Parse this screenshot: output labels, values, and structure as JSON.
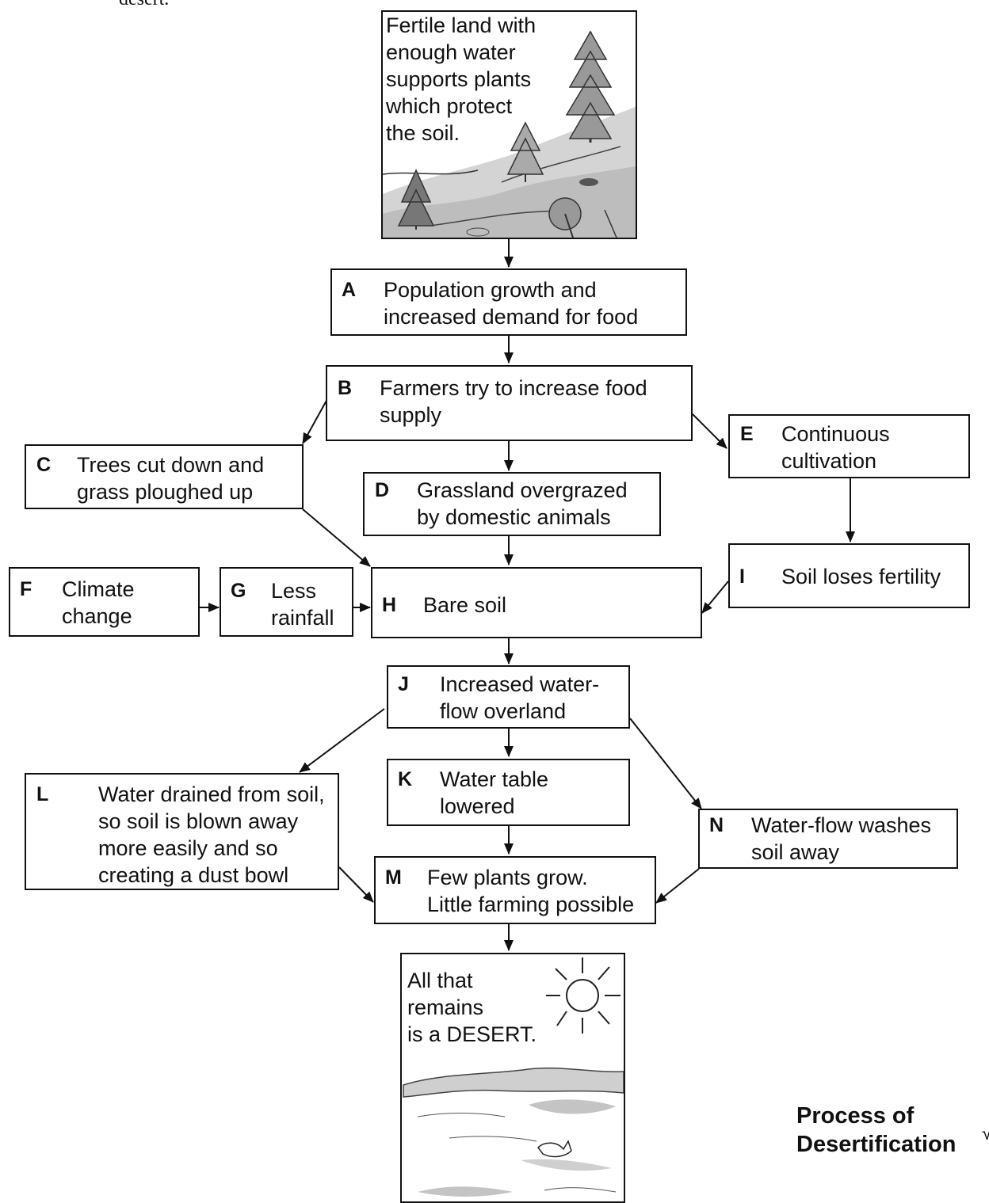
{
  "top_fragment": "desert.",
  "margin_mark": "√",
  "caption": "Process of\nDesertification",
  "nodes": {
    "start": {
      "text": "Fertile land with\nenough water\nsupports plants\nwhich protect\nthe soil."
    },
    "A": {
      "label": "A",
      "text": "Population growth and\nincreased demand for food"
    },
    "B": {
      "label": "B",
      "text": "Farmers try to increase food\nsupply"
    },
    "C": {
      "label": "C",
      "text": "Trees cut down and\ngrass ploughed up"
    },
    "D": {
      "label": "D",
      "text": "Grassland overgrazed\nby domestic animals"
    },
    "E": {
      "label": "E",
      "text": "Continuous\ncultivation"
    },
    "F": {
      "label": "F",
      "text": "Climate\nchange"
    },
    "G": {
      "label": "G",
      "text": "Less\nrainfall"
    },
    "H": {
      "label": "H",
      "text": "Bare soil"
    },
    "I": {
      "label": "I",
      "text": "Soil loses fertility"
    },
    "J": {
      "label": "J",
      "text": "Increased water-\nflow overland"
    },
    "K": {
      "label": "K",
      "text": "Water table\nlowered"
    },
    "L": {
      "label": "L",
      "text": "Water drained from soil,\nso soil is blown away\nmore easily and so\ncreating a dust bowl"
    },
    "M": {
      "label": "M",
      "text": "Few plants grow.\nLittle farming possible"
    },
    "N": {
      "label": "N",
      "text": "Water-flow washes\nsoil away"
    },
    "end": {
      "text": "All that\nremains\nis a DESERT."
    }
  },
  "edges": [
    [
      "start",
      "A"
    ],
    [
      "A",
      "B"
    ],
    [
      "B",
      "C"
    ],
    [
      "B",
      "D"
    ],
    [
      "B",
      "E"
    ],
    [
      "C",
      "H"
    ],
    [
      "D",
      "H"
    ],
    [
      "E",
      "I"
    ],
    [
      "I",
      "H"
    ],
    [
      "F",
      "G"
    ],
    [
      "G",
      "H"
    ],
    [
      "H",
      "J"
    ],
    [
      "J",
      "L"
    ],
    [
      "J",
      "K"
    ],
    [
      "J",
      "N"
    ],
    [
      "K",
      "M"
    ],
    [
      "L",
      "M"
    ],
    [
      "N",
      "M"
    ],
    [
      "M",
      "end"
    ]
  ]
}
